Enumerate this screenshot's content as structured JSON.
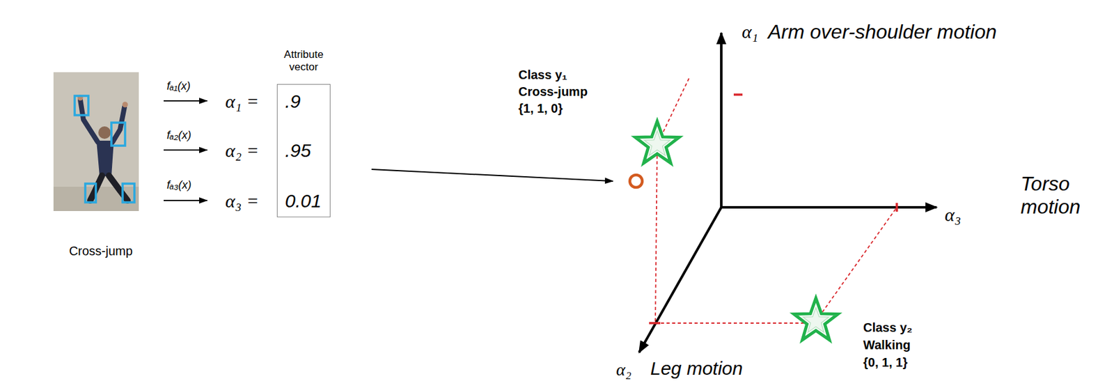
{
  "diagram": {
    "nodes": [
      {
        "text": [
          "Attribute vector",
          ".9",
          ".95",
          "0.01"
        ]
      }
    ],
    "labels": [
      "Cross-jump",
      "fₐ₁(x)",
      "α₁ =",
      "fₐ₂(x)",
      "α₂ =",
      "fₐ₃(x)",
      "α₃ =",
      "Class y₁",
      "Cross-jump",
      "{1, 1, 0}",
      "α₁",
      "Arm over-shoulder motion",
      "α₃",
      "Torso motion",
      "Class y₂",
      "Walking",
      "{0, 1, 1}",
      "α₂",
      "Leg motion"
    ]
  }
}
